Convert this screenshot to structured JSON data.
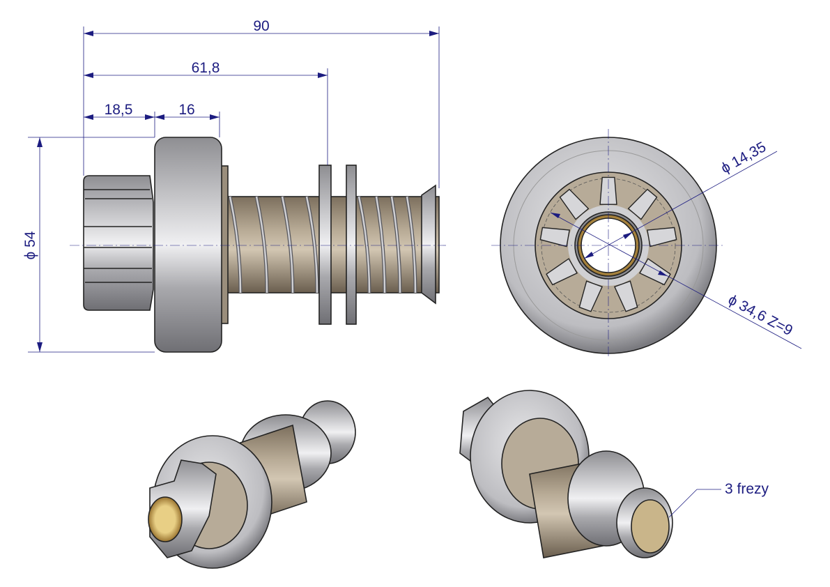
{
  "drawing": {
    "dimensions": {
      "overall_length": "90",
      "washer_position": "61,8",
      "pinion_length": "18,5",
      "flange_width": "16",
      "flange_diameter": "ϕ 54",
      "bore_diameter": "ϕ 14,35",
      "gear_diameter": "ϕ 34,6  Z=9"
    },
    "annotation": "3 frezy",
    "colors": {
      "dimension": "#1c1c80",
      "steel": "#a8a8aa",
      "shaft": "#9e9280",
      "brass": "#b8913c"
    }
  }
}
